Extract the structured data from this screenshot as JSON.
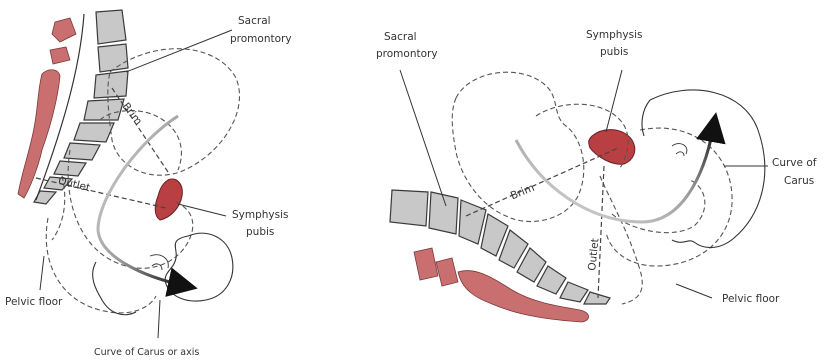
{
  "colors": {
    "bone_fill": "#c8c8c8",
    "bone_stroke": "#3a3a3a",
    "soft_tissue": "#c96f6f",
    "symphysis": "#b83f42",
    "line": "#333333",
    "dashed": "#555555"
  },
  "left_diagram": {
    "sacral_promontory": [
      "Sacral",
      "promontory"
    ],
    "brim": "Brim",
    "outlet": "Outlet",
    "symphysis_pubis": [
      "Symphysis",
      "pubis"
    ],
    "pelvic_floor": "Pelvic floor",
    "curve_of_carus": "Curve of Carus or axis"
  },
  "right_diagram": {
    "sacral_promontory": [
      "Sacral",
      "promontory"
    ],
    "symphysis_pubis": [
      "Symphysis",
      "pubis"
    ],
    "brim": "Brim",
    "outlet": "Outlet",
    "curve_of_carus": [
      "Curve of",
      "Carus"
    ],
    "pelvic_floor": "Pelvic floor"
  }
}
